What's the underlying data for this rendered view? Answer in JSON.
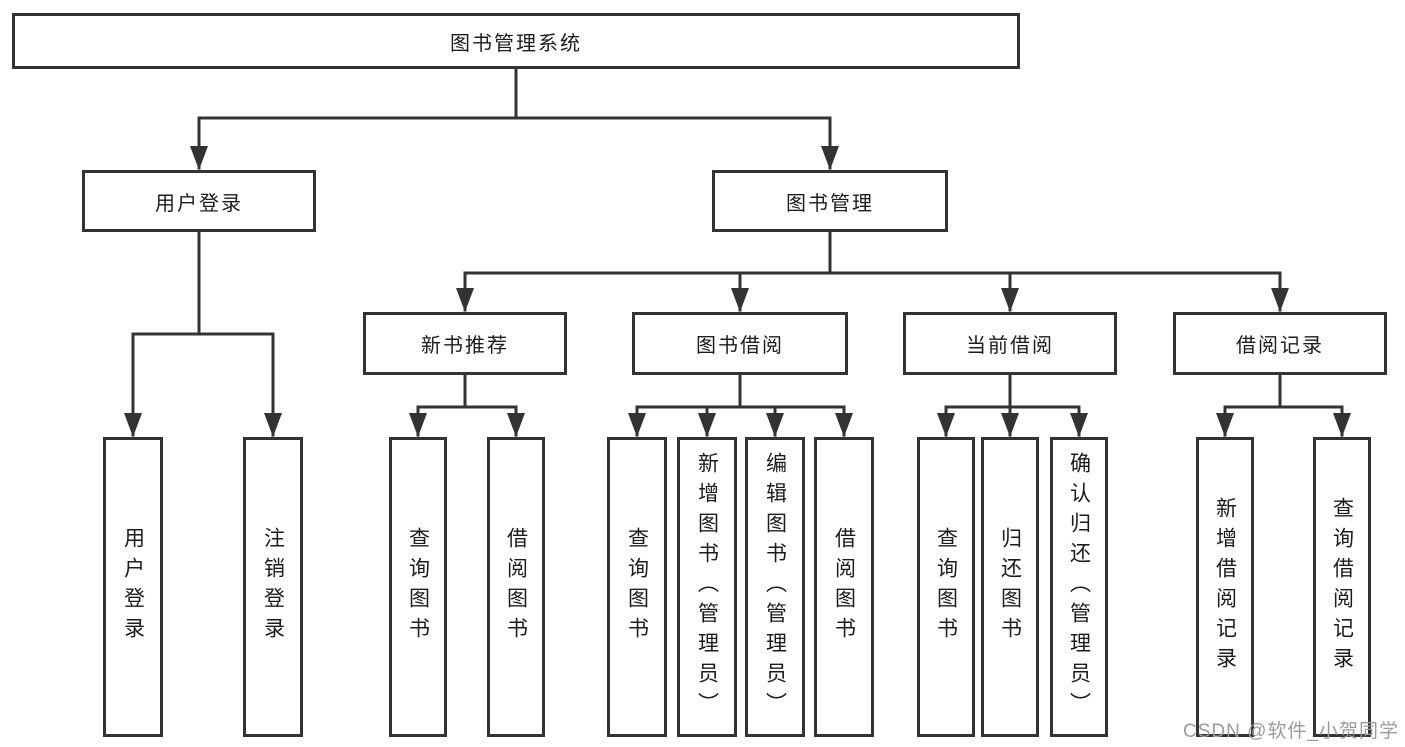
{
  "diagram": {
    "root": "图书管理系统",
    "level2": [
      {
        "label": "用户登录",
        "leaves": [
          "用户登录",
          "注销登录"
        ]
      },
      {
        "label": "图书管理",
        "groups": [
          {
            "label": "新书推荐",
            "leaves": [
              "查询图书",
              "借阅图书"
            ]
          },
          {
            "label": "图书借阅",
            "leaves": [
              "查询图书",
              "新增图书（管理员）",
              "编辑图书（管理员）",
              "借阅图书"
            ]
          },
          {
            "label": "当前借阅",
            "leaves": [
              "查询图书",
              "归还图书",
              "确认归还（管理员）"
            ]
          },
          {
            "label": "借阅记录",
            "leaves": [
              "新增借阅记录",
              "查询借阅记录"
            ]
          }
        ]
      }
    ]
  },
  "watermark": "CSDN @软件_小贺同学",
  "colors": {
    "line": "#333333",
    "text": "#1c1c1c",
    "watermark": "#9b9b9b",
    "background": "#ffffff"
  }
}
